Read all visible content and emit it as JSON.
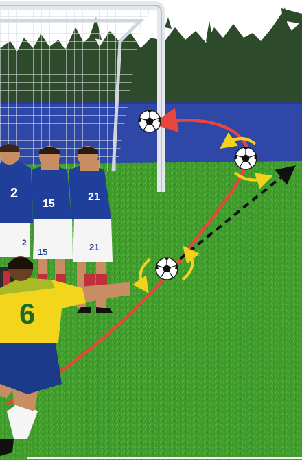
{
  "scene": {
    "description_numbers": {
      "wall_player_1": "2",
      "wall_player_2": "15",
      "wall_player_3": "21",
      "wall_player_2_shorts": "15",
      "wall_player_3_shorts": "21",
      "wall_player_1_shorts": "2",
      "kicker": "6"
    }
  },
  "colors": {
    "sky": "#ffffff",
    "crowd": "#2d4a2a",
    "stand_blue": "#2f48a8",
    "pitch": "#3f9a2c",
    "curve_path": "#e8453c",
    "straight_path": "#111111",
    "spin_arrows": "#f2d21b",
    "wall_jersey": "#1f3f9a",
    "kicker_jersey": "#f3d51c"
  },
  "icons": {
    "ball": "soccer-ball-icon",
    "spin": "curved-arrow-icon"
  }
}
